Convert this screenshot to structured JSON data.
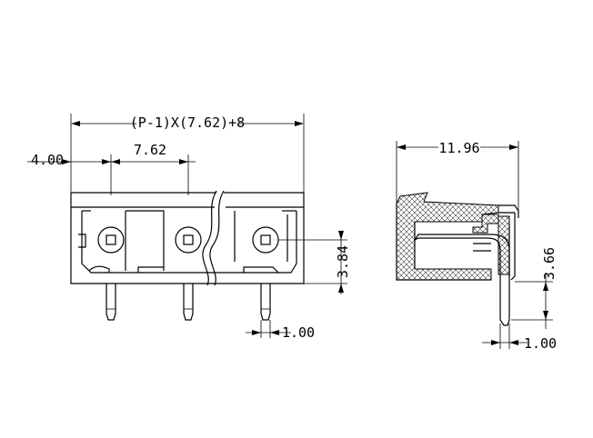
{
  "front_view": {
    "overall_dim": "(P-1)X(7.62)+8",
    "pitch_dim": "7.62",
    "edge_offset_dim": "4.00",
    "height_dim": "3.84",
    "pin_width_dim": "1.00"
  },
  "side_view": {
    "depth_dim": "11.96",
    "pin_offset_dim": "3.66",
    "pin_width_dim": "1.00"
  }
}
